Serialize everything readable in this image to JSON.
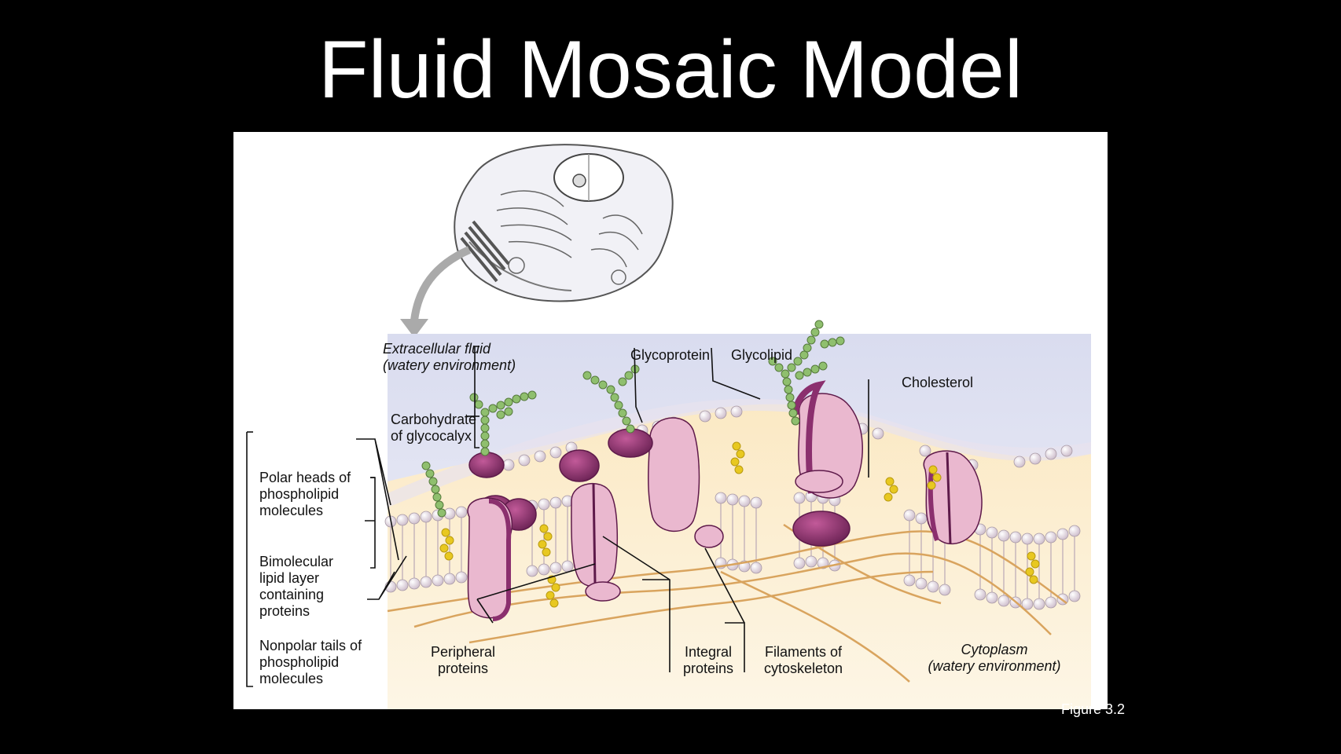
{
  "slide": {
    "title": "Fluid Mosaic Model",
    "figure_number": "Figure 3.2"
  },
  "labels": {
    "extracellular_fluid": "Extracellular fluid",
    "extracellular_sub": "(watery environment)",
    "glycoprotein": "Glycoprotein",
    "glycolipid": "Glycolipid",
    "cholesterol": "Cholesterol",
    "carbohydrate_1": "Carbohydrate",
    "carbohydrate_2": "of glycocalyx",
    "polar_1": "Polar heads of",
    "polar_2": "phospholipid",
    "polar_3": "molecules",
    "bimolecular_1": "Bimolecular",
    "bimolecular_2": "lipid layer",
    "bimolecular_3": "containing",
    "bimolecular_4": "proteins",
    "nonpolar_1": "Nonpolar tails of",
    "nonpolar_2": "phospholipid",
    "nonpolar_3": "molecules",
    "peripheral_1": "Peripheral",
    "peripheral_2": "proteins",
    "integral_1": "Integral",
    "integral_2": "proteins",
    "filaments_1": "Filaments of",
    "filaments_2": "cytoskeleton",
    "cytoplasm": "Cytoplasm",
    "cytoplasm_sub": "(watery environment)"
  },
  "colors": {
    "background": "#000000",
    "panel": "#ffffff",
    "protein": "#8b2f6e",
    "protein_light": "#eab8cf",
    "carbohydrate": "#6e9a4c",
    "cholesterol": "#e8c820",
    "phospholipid_head": "#ece4ea",
    "cytoskeleton": "#d9a45e",
    "cytoplasm": "#fbf1d8",
    "extracellular": "#e6e8f4"
  }
}
